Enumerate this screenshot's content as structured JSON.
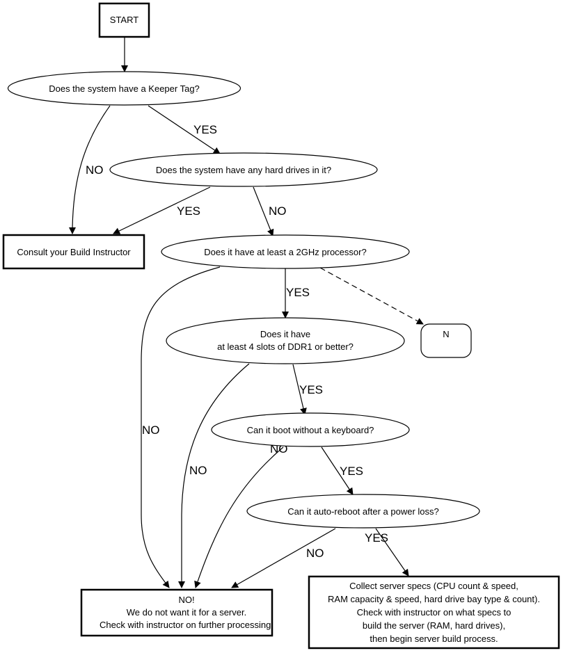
{
  "diagram": {
    "type": "flowchart",
    "nodes": {
      "start": {
        "label": [
          "START"
        ],
        "shape": "box"
      },
      "keeper_tag": {
        "label": [
          "Does the system have a Keeper Tag?"
        ],
        "shape": "ellipse"
      },
      "hard_drives": {
        "label": [
          "Does the system have any hard drives in it?"
        ],
        "shape": "ellipse"
      },
      "consult": {
        "label": [
          "Consult your Build Instructor"
        ],
        "shape": "box"
      },
      "processor": {
        "label": [
          "Does it have at least a 2GHz processor?"
        ],
        "shape": "ellipse"
      },
      "ddr": {
        "label": [
          "Does it have",
          "at least 4 slots of DDR1 or better?"
        ],
        "shape": "ellipse"
      },
      "n_node": {
        "label": [
          "N"
        ],
        "shape": "rounded-box"
      },
      "keyboard": {
        "label": [
          "Can it boot without a keyboard?"
        ],
        "shape": "ellipse"
      },
      "auto_reboot": {
        "label": [
          "Can it auto-reboot after a power loss?"
        ],
        "shape": "ellipse"
      },
      "reject": {
        "label": [
          "NO!",
          "We do not want it for a server.",
          "Check with instructor on further processing."
        ],
        "shape": "box"
      },
      "collect": {
        "label": [
          "Collect server specs (CPU count & speed,",
          "RAM capacity & speed, hard drive bay type & count).",
          "Check with instructor on what specs to",
          "build the server (RAM, hard drives),",
          "then begin server build process."
        ],
        "shape": "box"
      }
    },
    "edges": [
      {
        "from": "start",
        "to": "keeper_tag",
        "label": ""
      },
      {
        "from": "keeper_tag",
        "to": "hard_drives",
        "label": "YES"
      },
      {
        "from": "keeper_tag",
        "to": "consult",
        "label": "NO"
      },
      {
        "from": "hard_drives",
        "to": "consult",
        "label": "YES"
      },
      {
        "from": "hard_drives",
        "to": "processor",
        "label": "NO"
      },
      {
        "from": "processor",
        "to": "ddr",
        "label": "YES"
      },
      {
        "from": "processor",
        "to": "n_node",
        "label": "",
        "style": "dashed"
      },
      {
        "from": "processor",
        "to": "reject",
        "label": "NO"
      },
      {
        "from": "ddr",
        "to": "keyboard",
        "label": "YES"
      },
      {
        "from": "ddr",
        "to": "reject",
        "label": "NO"
      },
      {
        "from": "keyboard",
        "to": "auto_reboot",
        "label": "YES"
      },
      {
        "from": "keyboard",
        "to": "reject",
        "label": "NO"
      },
      {
        "from": "auto_reboot",
        "to": "collect",
        "label": "YES"
      },
      {
        "from": "auto_reboot",
        "to": "reject",
        "label": "NO"
      }
    ]
  }
}
